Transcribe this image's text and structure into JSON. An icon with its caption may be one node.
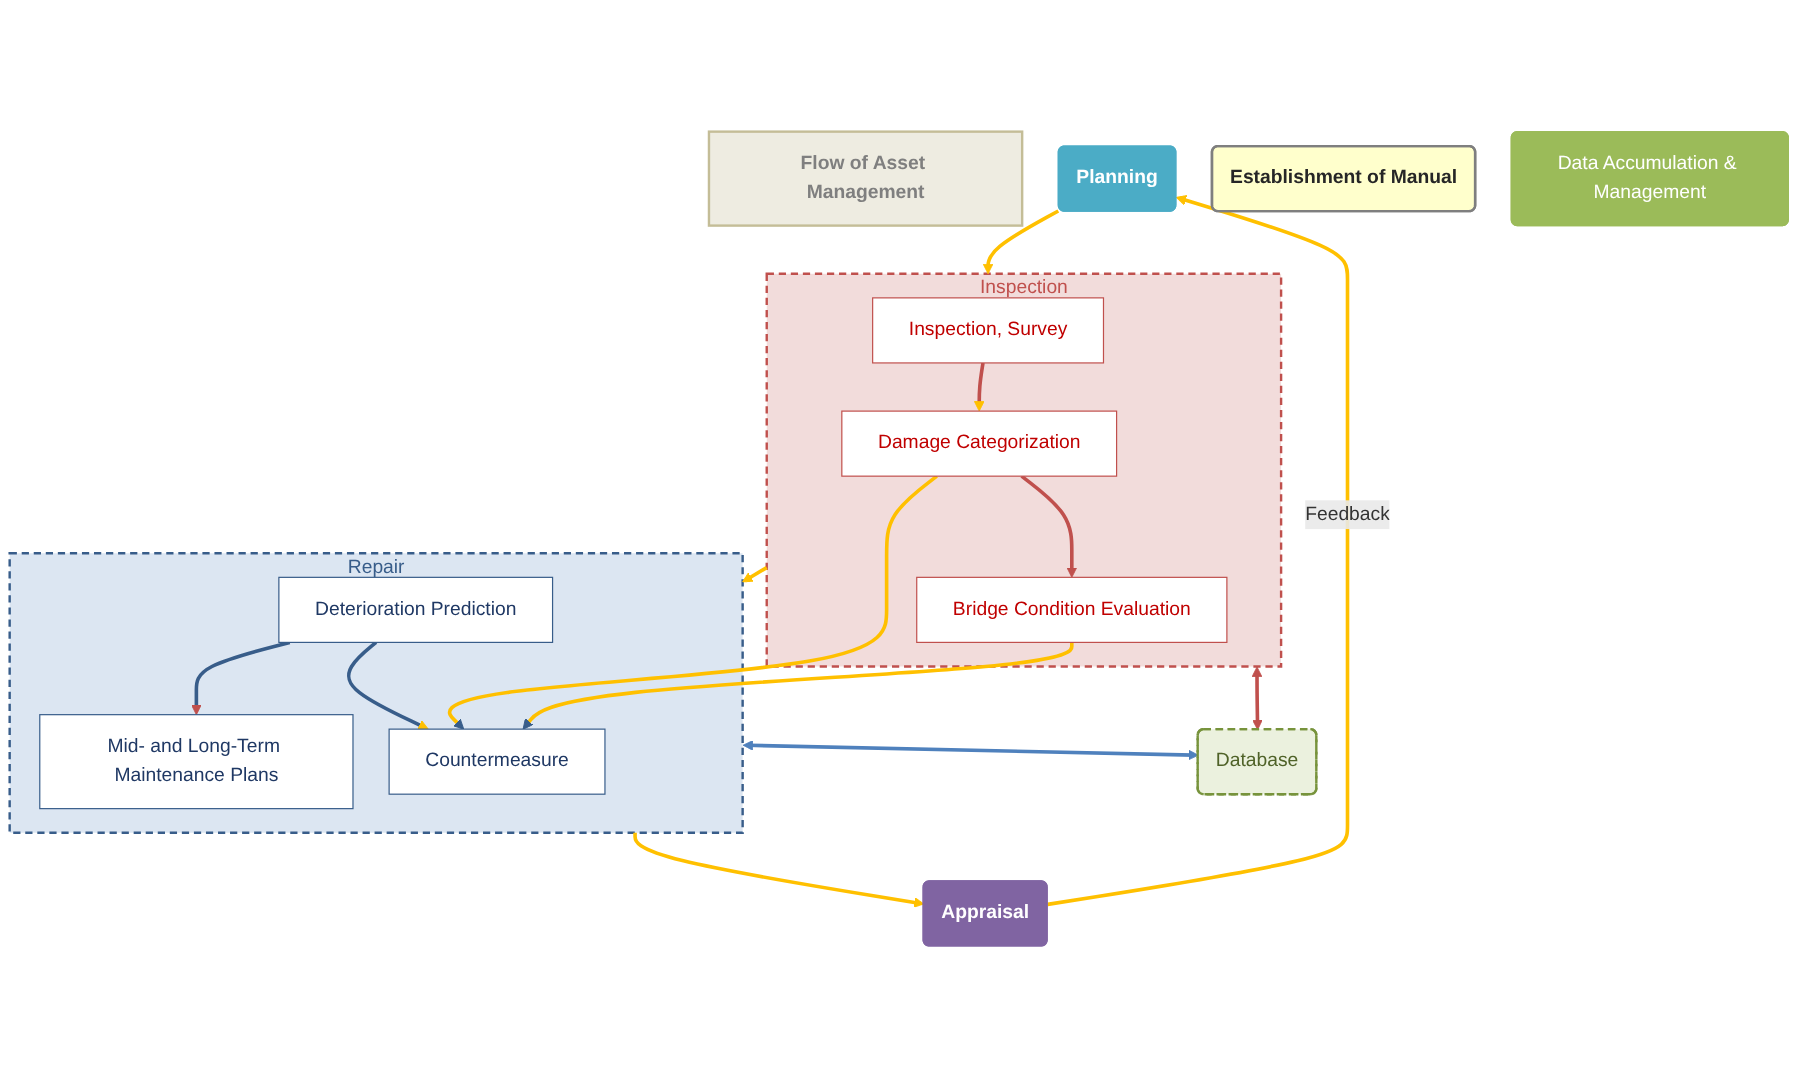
{
  "diagram": {
    "nodes": [
      {
        "text": [
          "Flow of Asset Management"
        ]
      },
      {
        "text": [
          "Planning"
        ]
      },
      {
        "text": [
          "Inspection"
        ]
      },
      {
        "text": [
          "Inspection, Survey"
        ],
        "in": 2
      },
      {
        "text": [
          "Damage Categorization"
        ],
        "in": 2
      },
      {
        "text": [
          "Bridge Condition Evaluation"
        ],
        "in": 2
      },
      {
        "text": [
          "Repair"
        ]
      },
      {
        "text": [
          "Deterioration Prediction"
        ],
        "in": 6
      },
      {
        "text": [
          "Mid- and Long-Term Maintenance Plans"
        ],
        "in": 6
      },
      {
        "text": [
          "Countermeasure"
        ],
        "in": 6
      },
      {
        "text": [
          "Establishment of Manual"
        ]
      },
      {
        "text": [
          "Data Accumulation & Management"
        ]
      },
      {
        "text": [
          "Database"
        ]
      },
      {
        "text": [
          "Appraisal"
        ]
      }
    ],
    "edges": [
      {
        "from": 1,
        "to": 2,
        "arrow": "to"
      },
      {
        "from": 3,
        "to": 4,
        "arrow": "to",
        "color": "#c0504d"
      },
      {
        "from": 4,
        "to": 5,
        "arrow": "to",
        "color": "#c0504d"
      },
      {
        "from": 2,
        "to": 6,
        "arrow": "to"
      },
      {
        "from": 7,
        "to": 8,
        "arrow": "to",
        "color": "#385d8a"
      },
      {
        "from": 7,
        "to": 9,
        "arrow": "to",
        "color": "#385d8a"
      },
      {
        "from": 4,
        "to": 9,
        "arrow": "to"
      },
      {
        "from": 5,
        "to": 9,
        "arrow": "to"
      },
      {
        "from": 6,
        "to": 13,
        "arrow": "to"
      },
      {
        "from": 13,
        "to": 1,
        "arrow": "to",
        "label": "Feedback"
      },
      {
        "from": 2,
        "to": 12,
        "arrow": "both",
        "color": "#c0504d"
      },
      {
        "from": 6,
        "to": 12,
        "arrow": "both",
        "color": "#4f81bd"
      }
    ]
  }
}
